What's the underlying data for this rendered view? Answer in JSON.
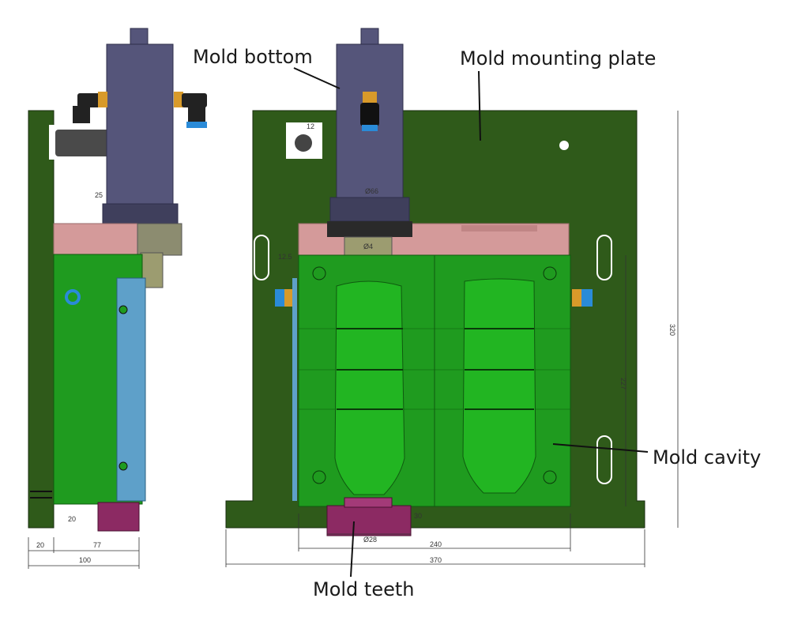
{
  "labels": {
    "mold_bottom": "Mold bottom",
    "mold_mounting_plate": "Mold mounting plate",
    "mold_cavity": "Mold cavity",
    "mold_teeth": "Mold teeth"
  },
  "dimensions": {
    "side_width": "100",
    "side_inner": "77",
    "side_offset": "20",
    "side_bottom_h": "20",
    "side_top": "25",
    "cyl_width": "Ø66",
    "thread_width": "Ø4",
    "teeth_width": "Ø28",
    "cavity_width": "240",
    "plate_width": "370",
    "plate_height": "320",
    "cavity_height": "227",
    "flange_h": "12.5",
    "nozzle_note": "12",
    "base_note": "30"
  },
  "colors": {
    "plate_green": "#2f5a1a",
    "cavity_green": "#1f9b1f",
    "bottle_green": "#22b522",
    "cylinder_purple": "#55557a",
    "flange_pink": "#d49a9a",
    "teeth_magenta": "#8c2a63",
    "bar_blue": "#5ea0c9",
    "fitting_brass": "#d89a2a",
    "fitting_blue": "#2a8bd8"
  }
}
